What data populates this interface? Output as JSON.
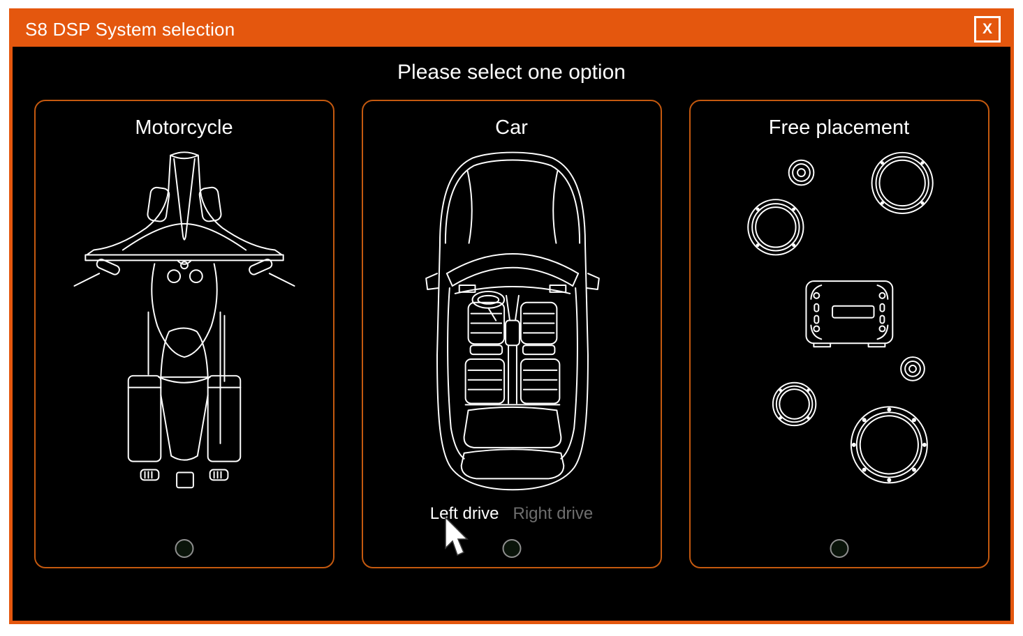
{
  "window": {
    "title": "S8 DSP System selection",
    "close_label": "X",
    "prompt": "Please select one option"
  },
  "colors": {
    "accent_orange": "#E4570E",
    "card_border_orange": "#C4590F",
    "background": "#000000",
    "text_primary": "#FFFFFF",
    "text_inactive": "#6E6E6E",
    "radio_border": "#8F8F8F",
    "radio_fill": "#0A140A"
  },
  "cards": [
    {
      "id": "motorcycle",
      "title": "Motorcycle",
      "selected": false,
      "illustration": "motorcycle-top-view"
    },
    {
      "id": "car",
      "title": "Car",
      "selected": false,
      "illustration": "car-top-view",
      "drive": {
        "left_label": "Left drive",
        "right_label": "Right drive",
        "highlighted": "left"
      }
    },
    {
      "id": "free-placement",
      "title": "Free placement",
      "selected": false,
      "illustration": "speakers-and-dsp-amplifier"
    }
  ]
}
